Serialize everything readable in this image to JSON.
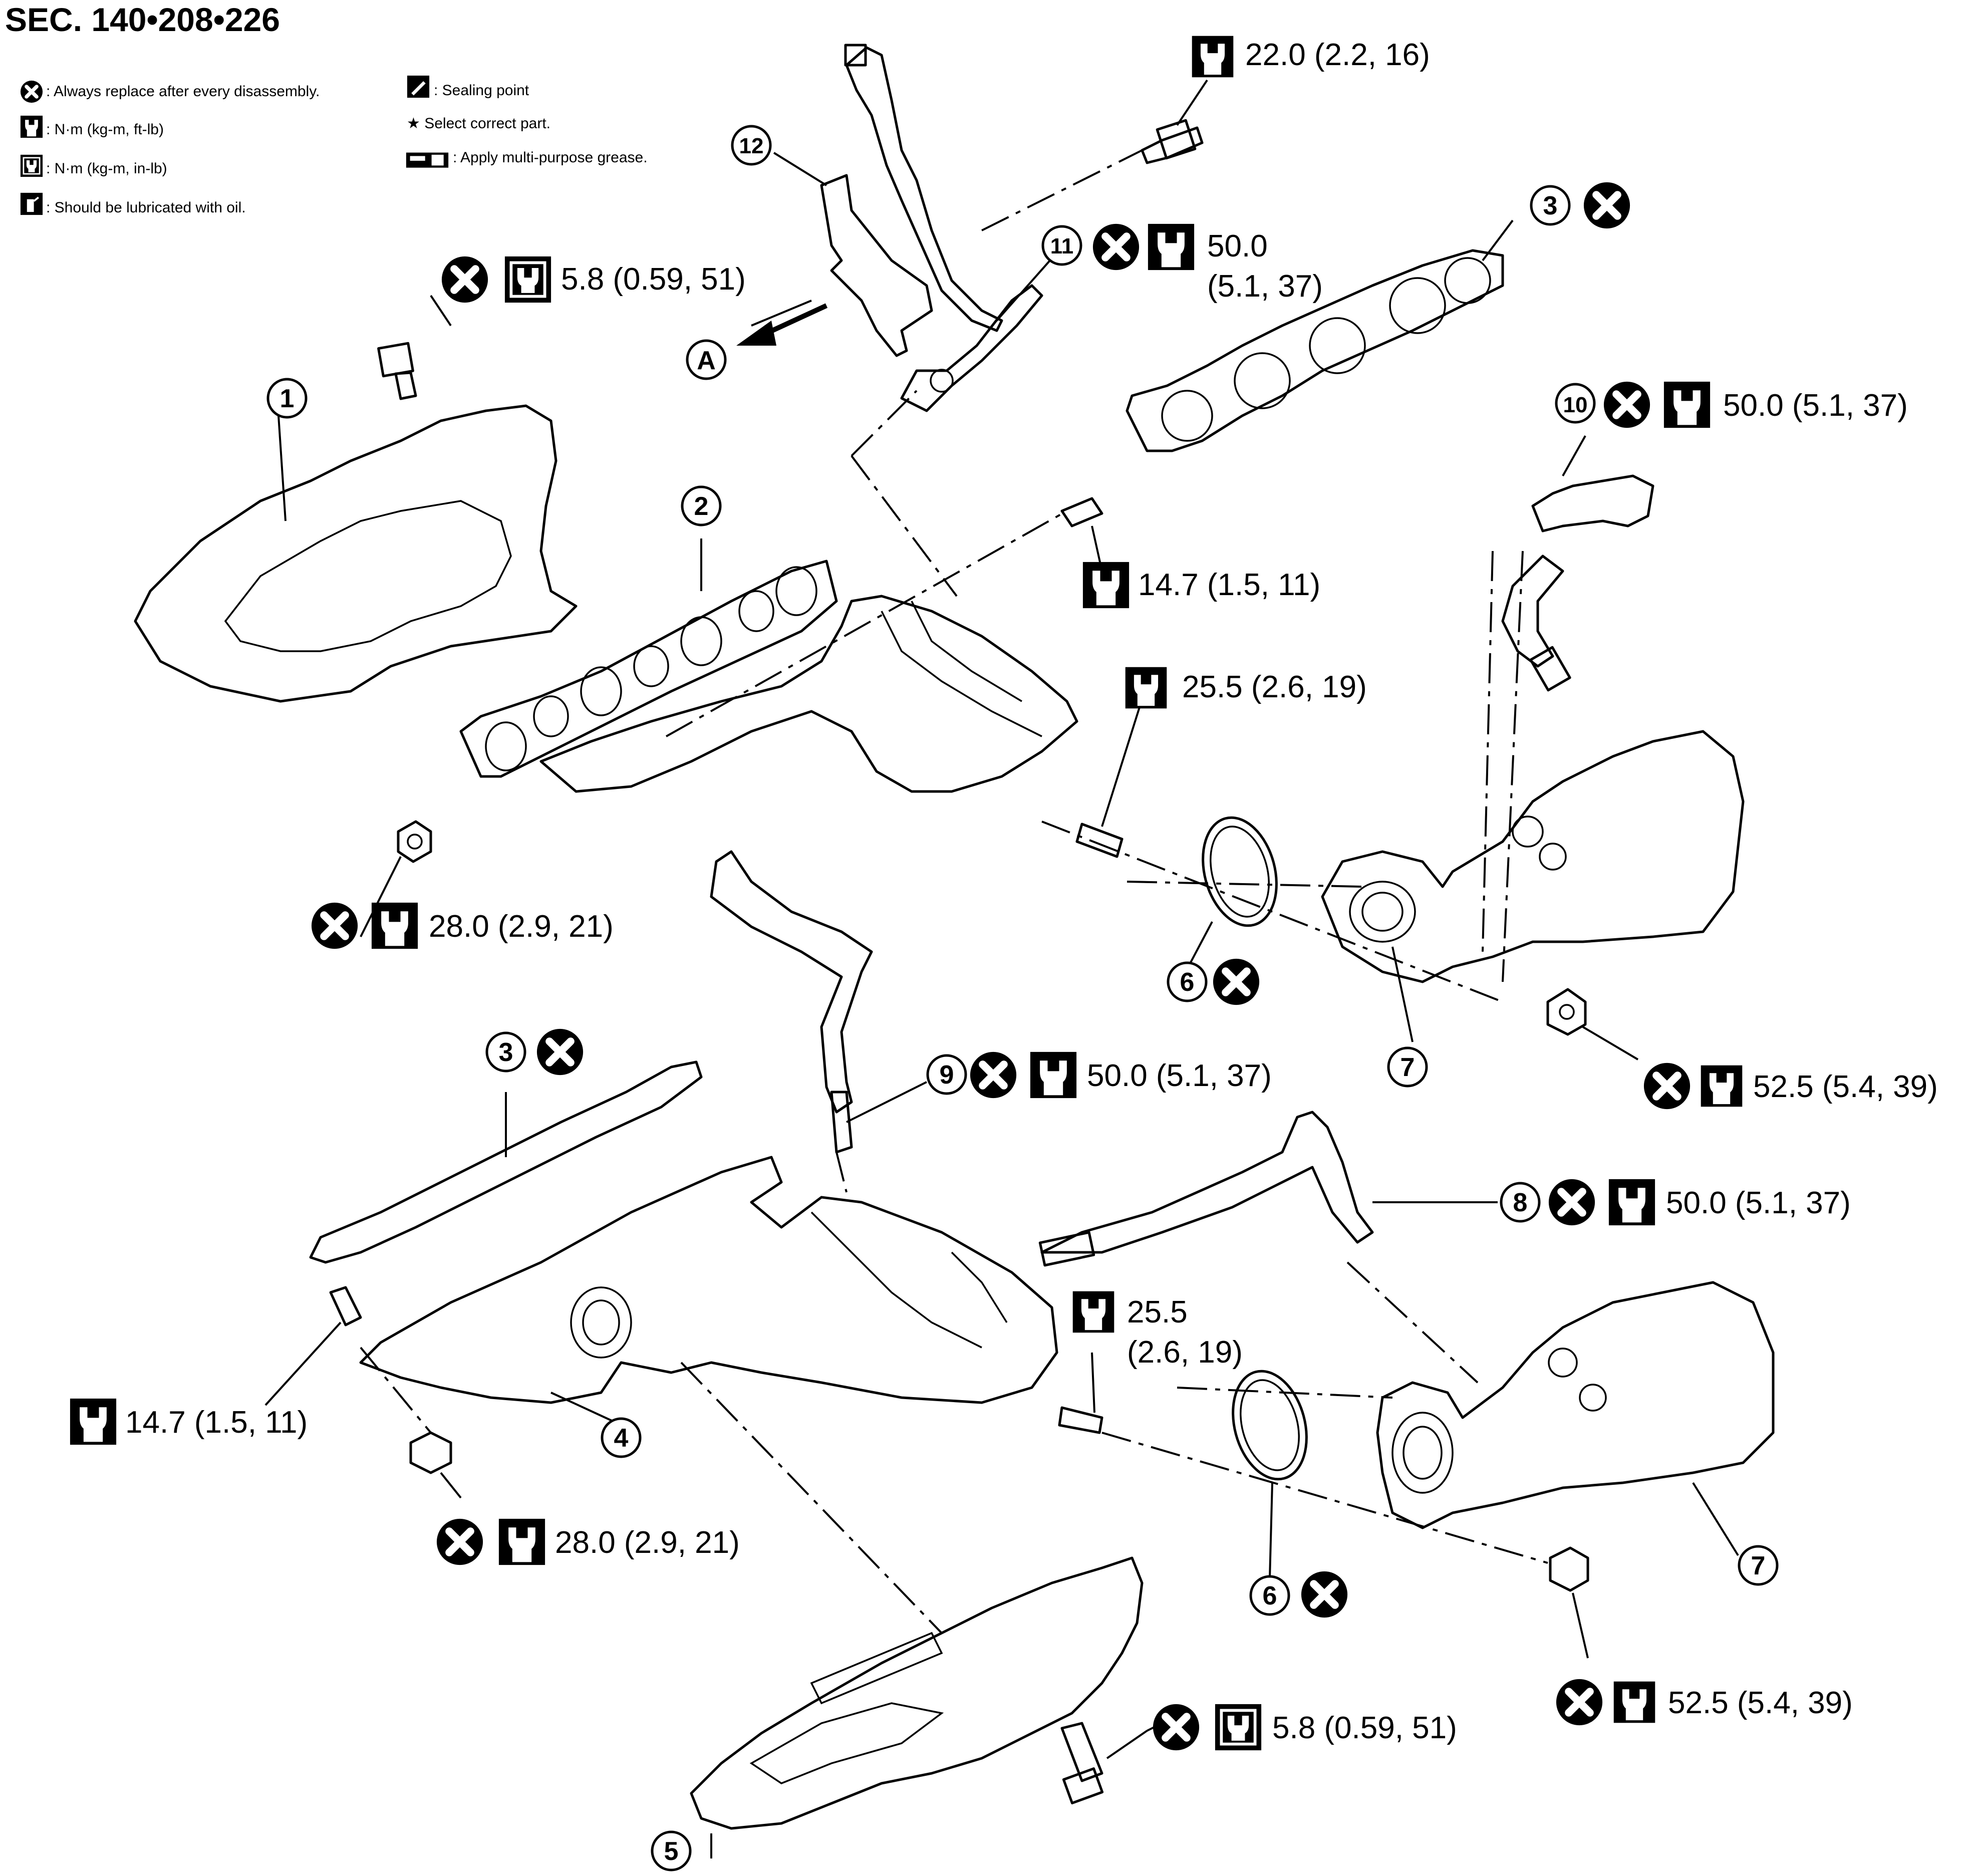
{
  "title": "SEC. 140•208•226",
  "legend": [
    {
      "icon": "replace",
      "text": ": Always replace after every disassembly."
    },
    {
      "icon": "torque",
      "text": ": N·m (kg-m, ft-lb)"
    },
    {
      "icon": "torque-inlb",
      "text": ": N·m (kg-m, in-lb)"
    },
    {
      "icon": "oil",
      "text": ": Should be lubricated with oil."
    },
    {
      "icon": "seal",
      "text": ": Sealing point"
    },
    {
      "icon": "star",
      "text": "★ Select correct part."
    },
    {
      "icon": "grease",
      "text": ": Apply multi-purpose grease."
    }
  ],
  "view_label": "A",
  "parts": [
    {
      "n": "1"
    },
    {
      "n": "2"
    },
    {
      "n": "3"
    },
    {
      "n": "3"
    },
    {
      "n": "4"
    },
    {
      "n": "5"
    },
    {
      "n": "6"
    },
    {
      "n": "6"
    },
    {
      "n": "7"
    },
    {
      "n": "7"
    },
    {
      "n": "8"
    },
    {
      "n": "9"
    },
    {
      "n": "10"
    },
    {
      "n": "11"
    },
    {
      "n": "12"
    }
  ],
  "callouts": [
    {
      "text": "22.0 (2.2, 16)",
      "replace": false,
      "icon": "torque"
    },
    {
      "text": "5.8 (0.59, 51)",
      "replace": true,
      "icon": "torque-inlb"
    },
    {
      "text": "50.0",
      "text2": "(5.1, 37)",
      "replace": true,
      "icon": "torque"
    },
    {
      "text": "50.0 (5.1, 37)",
      "replace": true,
      "icon": "torque"
    },
    {
      "text": "14.7 (1.5, 11)",
      "replace": false,
      "icon": "torque"
    },
    {
      "text": "25.5 (2.6, 19)",
      "replace": false,
      "icon": "torque"
    },
    {
      "text": "28.0 (2.9, 21)",
      "replace": true,
      "icon": "torque"
    },
    {
      "text": "52.5 (5.4, 39)",
      "replace": true,
      "icon": "torque"
    },
    {
      "text": "50.0 (5.1, 37)",
      "replace": true,
      "icon": "torque"
    },
    {
      "text": "50.0 (5.1, 37)",
      "replace": true,
      "icon": "torque"
    },
    {
      "text": "25.5",
      "text2": "(2.6, 19)",
      "replace": false,
      "icon": "torque"
    },
    {
      "text": "14.7 (1.5, 11)",
      "replace": false,
      "icon": "torque"
    },
    {
      "text": "28.0 (2.9, 21)",
      "replace": true,
      "icon": "torque"
    },
    {
      "text": "52.5 (5.4, 39)",
      "replace": true,
      "icon": "torque"
    },
    {
      "text": "5.8 (0.59, 51)",
      "replace": true,
      "icon": "torque-inlb"
    }
  ]
}
